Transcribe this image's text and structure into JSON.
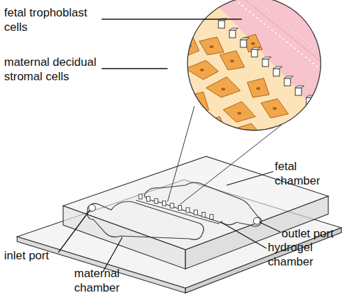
{
  "diagram": {
    "labels": [
      "fetal trophoblast cells",
      "maternal decidual stromal cells",
      "fetal chamber",
      "outlet port",
      "inlet port",
      "hydrogel chamber",
      "maternal chamber"
    ]
  }
}
